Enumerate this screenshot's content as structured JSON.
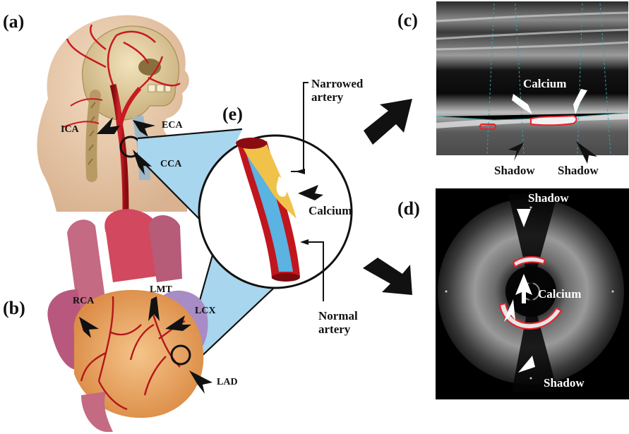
{
  "panels": {
    "a": "(a)",
    "b": "(b)",
    "c": "(c)",
    "d": "(d)",
    "e": "(e)"
  },
  "head_labels": {
    "ica": "ICA",
    "eca": "ECA",
    "cca": "CCA"
  },
  "heart_labels": {
    "rca": "RCA",
    "lmt": "LMT",
    "lcx": "LCX",
    "lad": "LAD"
  },
  "artery_labels": {
    "narrowed_line1": "Narrowed",
    "narrowed_line2": "artery",
    "calcium": "Calcium",
    "normal_line1": "Normal",
    "normal_line2": "artery"
  },
  "ultrasound_labels": {
    "calcium": "Calcium",
    "shadow_left": "Shadow",
    "shadow_right": "Shadow"
  },
  "ivus_labels": {
    "shadow_top": "Shadow",
    "calcium": "Calcium",
    "shadow_bottom": "Shadow"
  },
  "colors": {
    "artery_red": "#c8181c",
    "skin": "#e9c8a6",
    "skull": "#dcc79a",
    "heart": "#e8a25a",
    "callout_blue": "#a8d6ee",
    "calcium_outline": "#e8212b",
    "arrow": "#111111"
  },
  "icons": [
    "arrow-icon",
    "chevron-arrow-icon"
  ]
}
